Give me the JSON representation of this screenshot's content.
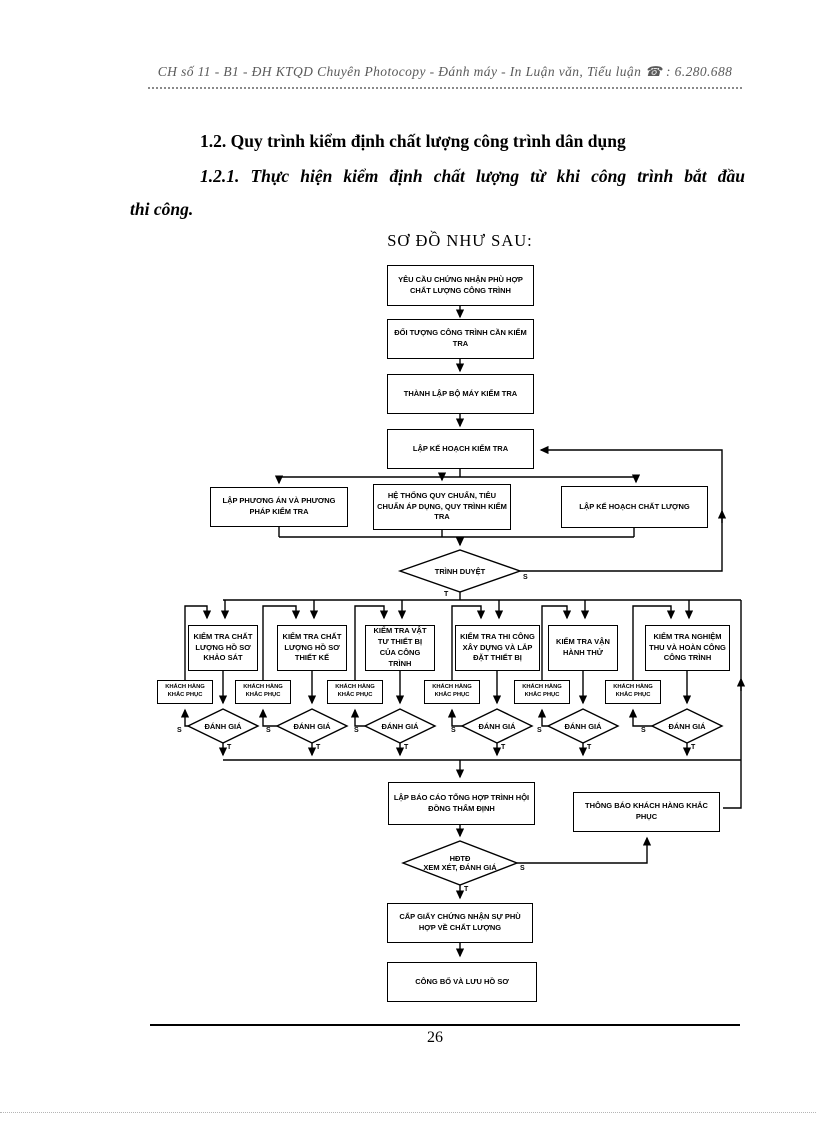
{
  "header": {
    "text": "CH số 11 - B1 - ĐH KTQD Chuyên Photocopy - Đánh máy - In Luận văn, Tiểu luận ☎ : 6.280.688"
  },
  "headings": {
    "section": "1.2. Quy trình kiểm định chất lượng công trình dân dụng",
    "subsection": "1.2.1. Thực hiện kiểm định chất lượng từ khi công trình bắt đầu",
    "subsection_cont": "thi công.",
    "diagram_caption": "SƠ ĐỒ NHƯ SAU:"
  },
  "flow": {
    "chain": [
      "YÊU CẦU CHỨNG NHẬN PHÙ HỢP CHẤT LƯỢNG CÔNG TRÌNH",
      "ĐỐI TƯỢNG CÔNG TRÌNH CẦN KIỂM TRA",
      "THÀNH LẬP BỘ MÁY KIỂM TRA",
      "LẬP KẾ HOẠCH KIỂM TRA"
    ],
    "plan_row": [
      "LẬP PHƯƠNG ÁN VÀ PHƯƠNG PHÁP KIỂM TRA",
      "HỆ THỐNG QUY CHUẨN, TIÊU CHUẨN ÁP DỤNG, QUY TRÌNH KIỂM TRA",
      "LẬP KẾ HOẠCH CHẤT LƯỢNG"
    ],
    "approve_diamond": "TRÌNH DUYỆT",
    "labels": {
      "yes": "T",
      "no": "S"
    },
    "columns": [
      {
        "box": "KIỂM TRA CHẤT LƯỢNG HỒ SƠ KHẢO SÁT",
        "fix": "KHÁCH HÀNG KHẮC PHỤC",
        "eval": "ĐÁNH GIÁ"
      },
      {
        "box": "KIỂM TRA CHẤT LƯỢNG HỒ SƠ THIẾT KẾ",
        "fix": "KHÁCH HÀNG KHẮC PHỤC",
        "eval": "ĐÁNH GIÁ"
      },
      {
        "box": "KIỂM TRA VẬT TƯ THIẾT BỊ CỦA CÔNG TRÌNH",
        "fix": "KHÁCH HÀNG KHẮC PHỤC",
        "eval": "ĐÁNH GIÁ"
      },
      {
        "box": "KIỂM TRA THI CÔNG XÂY DỰNG VÀ LẮP ĐẶT THIẾT BỊ",
        "fix": "KHÁCH HÀNG KHẮC PHỤC",
        "eval": "ĐÁNH GIÁ"
      },
      {
        "box": "KIỂM TRA VẬN HÀNH THỬ",
        "fix": "KHÁCH HÀNG KHẮC PHỤC",
        "eval": "ĐÁNH GIÁ"
      },
      {
        "box": "KIỂM TRA NGHIỆM THU VÀ HOÀN CÔNG CÔNG TRÌNH",
        "fix": "KHÁCH HÀNG KHẮC PHỤC",
        "eval": "ĐÁNH GIÁ"
      }
    ],
    "report_box": "LẬP BÁO CÁO TỔNG HỢP TRÌNH HỘI ĐỒNG THẨM ĐỊNH",
    "notify_box": "THÔNG BÁO KHÁCH HÀNG KHẮC PHỤC",
    "council_diamond": {
      "line1": "HĐTĐ",
      "line2": "XEM XÉT, ĐÁNH GIÁ"
    },
    "certify_box": "CẤP GIẤY CHỨNG NHẬN SỰ PHÙ HỢP VỀ CHẤT LƯỢNG",
    "publish_box": "CÔNG BỐ VÀ LƯU HỒ SƠ"
  },
  "footer": {
    "page_number": "26"
  }
}
